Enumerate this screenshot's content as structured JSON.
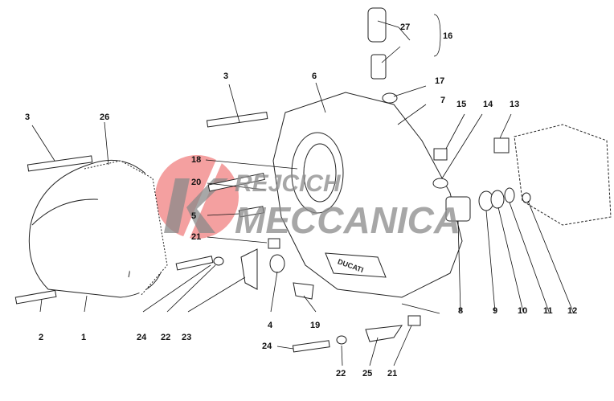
{
  "watermark": {
    "line1": "REJCICH",
    "line2": "MECCANICA",
    "logo_letter": "K",
    "logo_color": "#f08a8a"
  },
  "brand_on_part": "DUCATI",
  "callouts": [
    "27",
    "16",
    "3",
    "6",
    "17",
    "7",
    "15",
    "14",
    "13",
    "3",
    "26",
    "18",
    "20",
    "5",
    "21",
    "1",
    "2",
    "24",
    "22",
    "23",
    "4",
    "19",
    "8",
    "9",
    "10",
    "11",
    "12",
    "24",
    "22",
    "25",
    "21"
  ]
}
